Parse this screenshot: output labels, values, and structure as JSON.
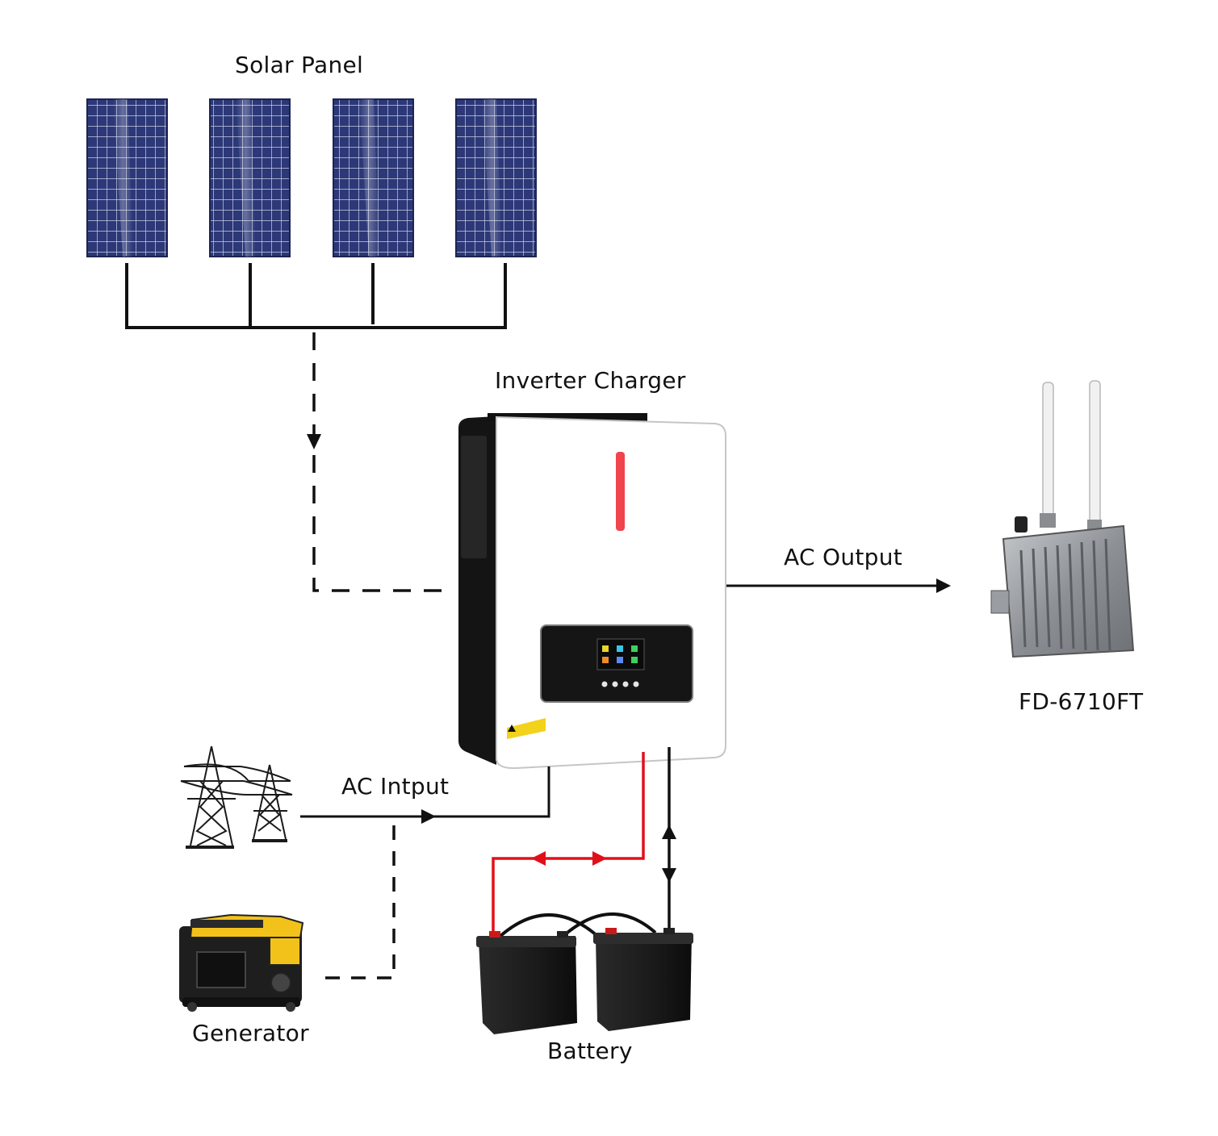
{
  "labels": {
    "solar_panel": "Solar Panel",
    "inverter_charger": "Inverter Charger",
    "ac_output": "AC Output",
    "device_model": "FD-6710FT",
    "ac_input": "AC Intput",
    "generator": "Generator",
    "battery": "Battery"
  },
  "colors": {
    "wire": "#111111",
    "battery_positive_wire": "#e0101a",
    "panel_cell": "#2e3a78",
    "inverter_accent": "#f0444e"
  }
}
